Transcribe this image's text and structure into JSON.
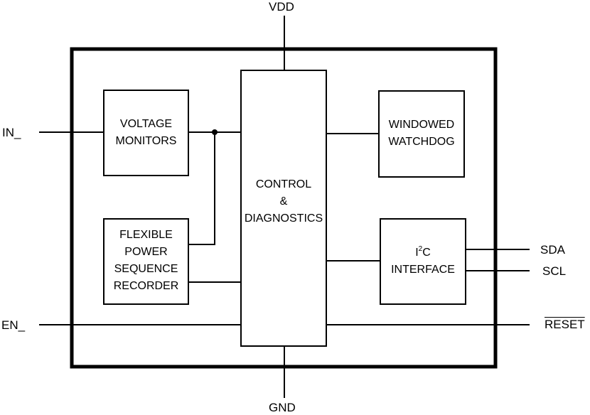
{
  "pins": {
    "vdd": "VDD",
    "gnd": "GND",
    "in": "IN_",
    "en": "EN_",
    "sda": "SDA",
    "scl": "SCL",
    "reset": "RESET"
  },
  "blocks": {
    "voltage_monitors": [
      "VOLTAGE",
      "MONITORS"
    ],
    "power_sequence_recorder": [
      "FLEXIBLE",
      "POWER",
      "SEQUENCE",
      "RECORDER"
    ],
    "control_diagnostics": [
      "CONTROL",
      "&",
      "DIAGNOSTICS"
    ],
    "windowed_watchdog": [
      "WINDOWED",
      "WATCHDOG"
    ],
    "i2c_interface": {
      "prefix": "I",
      "superscript": "2",
      "suffix": "C",
      "line2": "INTERFACE"
    }
  }
}
